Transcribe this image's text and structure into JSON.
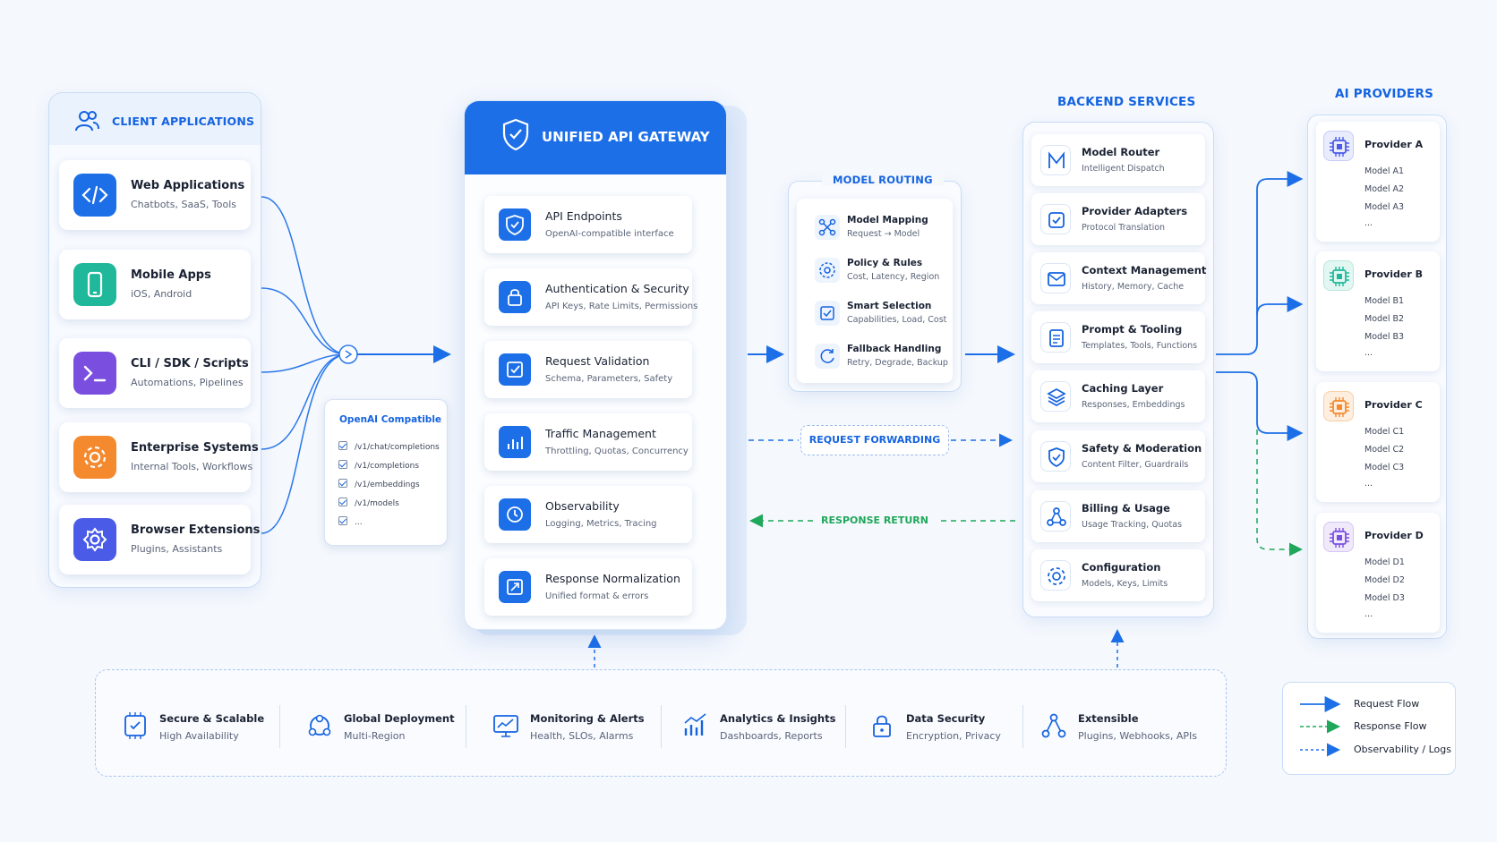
{
  "colors": {
    "accent": "#1d6fe8",
    "response": "#1fa85a",
    "background": "#f5f8fd"
  },
  "clients": {
    "title": "CLIENT APPLICATIONS",
    "items": [
      {
        "title": "Web Applications",
        "subtitle": "Chatbots, SaaS, Tools",
        "icon": "code-icon",
        "color": "#1d6fe8"
      },
      {
        "title": "Mobile Apps",
        "subtitle": "iOS, Android",
        "icon": "mobile-icon",
        "color": "#20b89a"
      },
      {
        "title": "CLI / SDK / Scripts",
        "subtitle": "Automations, Pipelines",
        "icon": "terminal-icon",
        "color": "#7a4fe0"
      },
      {
        "title": "Enterprise Systems",
        "subtitle": "Internal Tools, Workflows",
        "icon": "gear-icon",
        "color": "#f5892e"
      },
      {
        "title": "Browser Extensions",
        "subtitle": "Plugins, Assistants",
        "icon": "settings-icon",
        "color": "#4a5be8"
      }
    ]
  },
  "openai": {
    "title": "OpenAI Compatible",
    "endpoints": [
      "/v1/chat/completions",
      "/v1/completions",
      "/v1/embeddings",
      "/v1/models",
      "..."
    ]
  },
  "gateway": {
    "title": "UNIFIED API GATEWAY",
    "items": [
      {
        "title": "API Endpoints",
        "subtitle": "OpenAI-compatible interface",
        "icon": "shield-check-icon"
      },
      {
        "title": "Authentication & Security",
        "subtitle": "API Keys, Rate Limits, Permissions",
        "icon": "lock-icon"
      },
      {
        "title": "Request Validation",
        "subtitle": "Schema, Parameters, Safety",
        "icon": "checkbox-icon"
      },
      {
        "title": "Traffic Management",
        "subtitle": "Throttling, Quotas, Concurrency",
        "icon": "traffic-icon"
      },
      {
        "title": "Observability",
        "subtitle": "Logging, Metrics, Tracing",
        "icon": "clock-icon"
      },
      {
        "title": "Response Normalization",
        "subtitle": "Unified format & errors",
        "icon": "normalize-icon"
      }
    ]
  },
  "routing": {
    "title": "MODEL ROUTING",
    "items": [
      {
        "title": "Model Mapping",
        "subtitle": "Request → Model",
        "icon": "mapping-icon"
      },
      {
        "title": "Policy & Rules",
        "subtitle": "Cost, Latency, Region",
        "icon": "policy-icon"
      },
      {
        "title": "Smart Selection",
        "subtitle": "Capabilities, Load, Cost",
        "icon": "selection-icon"
      },
      {
        "title": "Fallback Handling",
        "subtitle": "Retry, Degrade, Backup",
        "icon": "retry-icon"
      }
    ]
  },
  "flows": {
    "forwarding": "REQUEST FORWARDING",
    "return": "RESPONSE RETURN"
  },
  "backend": {
    "title": "BACKEND SERVICES",
    "items": [
      {
        "title": "Model Router",
        "subtitle": "Intelligent Dispatch",
        "icon": "router-icon"
      },
      {
        "title": "Provider Adapters",
        "subtitle": "Protocol Translation",
        "icon": "adapter-icon"
      },
      {
        "title": "Context Management",
        "subtitle": "History, Memory, Cache",
        "icon": "context-icon"
      },
      {
        "title": "Prompt & Tooling",
        "subtitle": "Templates, Tools, Functions",
        "icon": "document-icon"
      },
      {
        "title": "Caching Layer",
        "subtitle": "Responses, Embeddings",
        "icon": "layers-icon"
      },
      {
        "title": "Safety & Moderation",
        "subtitle": "Content Filter, Guardrails",
        "icon": "shield-icon"
      },
      {
        "title": "Billing & Usage",
        "subtitle": "Usage Tracking, Quotas",
        "icon": "nodes-icon"
      },
      {
        "title": "Configuration",
        "subtitle": "Models, Keys, Limits",
        "icon": "gear-icon"
      }
    ]
  },
  "providers": {
    "title": "AI PROVIDERS",
    "items": [
      {
        "title": "Provider A",
        "models": [
          "Model A1",
          "Model A2",
          "Model A3",
          "..."
        ],
        "color": "#4a5be8"
      },
      {
        "title": "Provider B",
        "models": [
          "Model B1",
          "Model B2",
          "Model B3",
          "..."
        ],
        "color": "#20b89a"
      },
      {
        "title": "Provider C",
        "models": [
          "Model C1",
          "Model C2",
          "Model C3",
          "..."
        ],
        "color": "#f5892e"
      },
      {
        "title": "Provider D",
        "models": [
          "Model D1",
          "Model D2",
          "Model D3",
          "..."
        ],
        "color": "#7a4fe0"
      }
    ]
  },
  "features": [
    {
      "title": "Secure & Scalable",
      "subtitle": "High Availability",
      "icon": "chip-check-icon"
    },
    {
      "title": "Global Deployment",
      "subtitle": "Multi-Region",
      "icon": "globe-nodes-icon"
    },
    {
      "title": "Monitoring & Alerts",
      "subtitle": "Health, SLOs, Alarms",
      "icon": "monitor-icon"
    },
    {
      "title": "Analytics & Insights",
      "subtitle": "Dashboards, Reports",
      "icon": "analytics-icon"
    },
    {
      "title": "Data Security",
      "subtitle": "Encryption, Privacy",
      "icon": "lock-icon"
    },
    {
      "title": "Extensible",
      "subtitle": "Plugins, Webhooks, APIs",
      "icon": "nodes-icon"
    }
  ],
  "legend": {
    "request": "Request Flow",
    "response": "Response Flow",
    "observability": "Observability / Logs"
  }
}
